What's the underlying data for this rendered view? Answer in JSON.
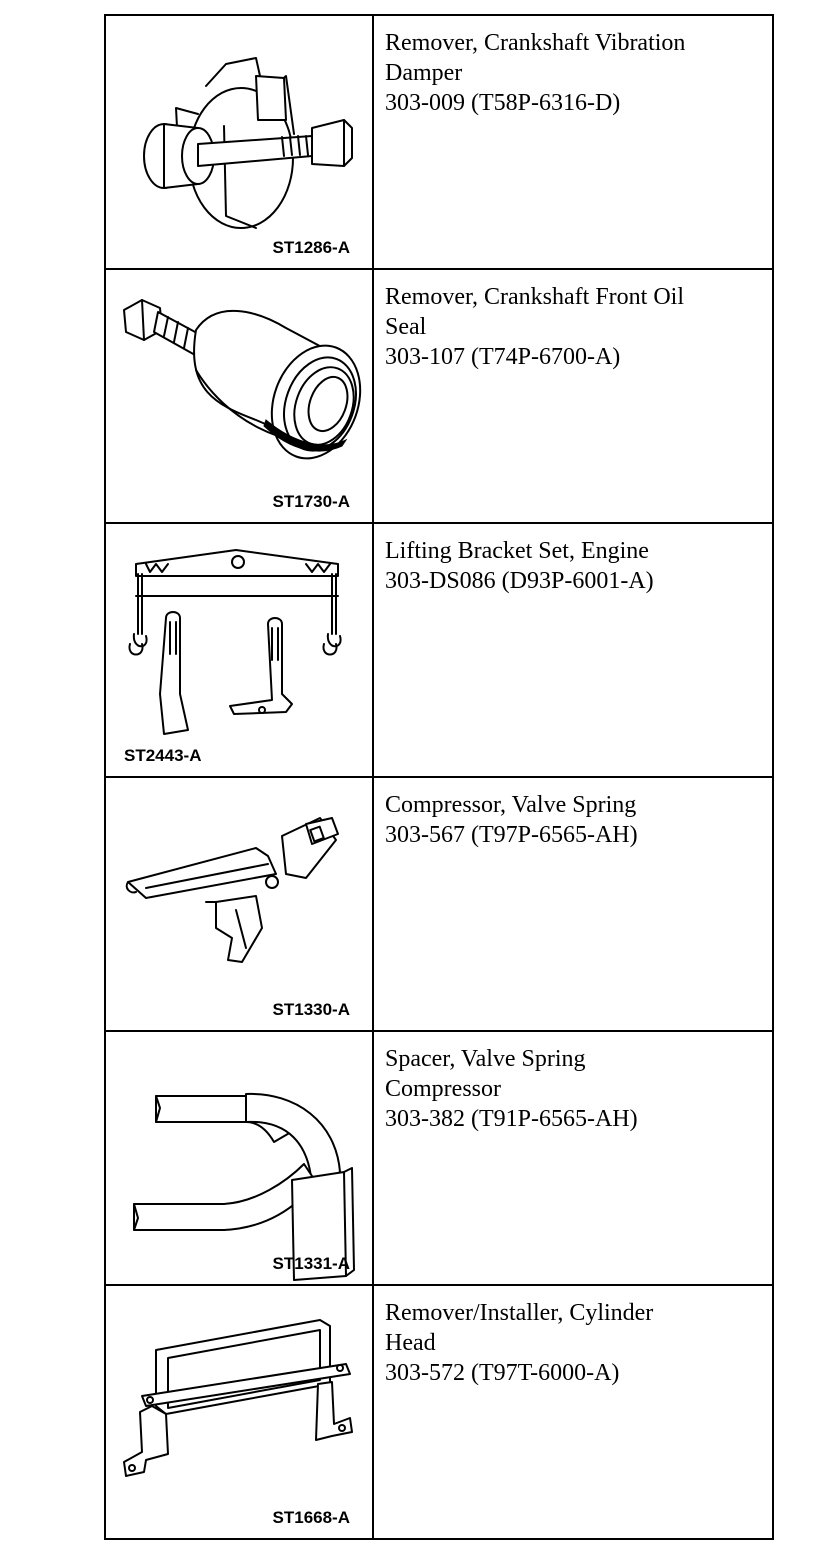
{
  "tools": [
    {
      "figure_id": "ST1286-A",
      "label_align": "right",
      "icon": "crankshaft-vibration-damper-remover-icon",
      "lines": [
        "Remover, Crankshaft Vibration",
        "Damper",
        "303-009 (T58P-6316-D)"
      ]
    },
    {
      "figure_id": "ST1730-A",
      "label_align": "right",
      "icon": "crankshaft-front-oil-seal-remover-icon",
      "lines": [
        "Remover, Crankshaft Front Oil",
        "Seal",
        "303-107 (T74P-6700-A)"
      ]
    },
    {
      "figure_id": "ST2443-A",
      "label_align": "left",
      "icon": "engine-lifting-bracket-set-icon",
      "lines": [
        "Lifting Bracket Set, Engine",
        "303-DS086 (D93P-6001-A)"
      ]
    },
    {
      "figure_id": "ST1330-A",
      "label_align": "right",
      "icon": "valve-spring-compressor-icon",
      "lines": [
        "Compressor, Valve Spring",
        "303-567 (T97P-6565-AH)"
      ]
    },
    {
      "figure_id": "ST1331-A",
      "label_align": "right",
      "icon": "valve-spring-compressor-spacer-icon",
      "lines": [
        "Spacer, Valve Spring",
        "Compressor",
        "303-382 (T91P-6565-AH)"
      ]
    },
    {
      "figure_id": "ST1668-A",
      "label_align": "right",
      "icon": "cylinder-head-remover-installer-icon",
      "lines": [
        "Remover/Installer, Cylinder",
        "Head",
        "303-572 (T97T-6000-A)"
      ]
    }
  ]
}
